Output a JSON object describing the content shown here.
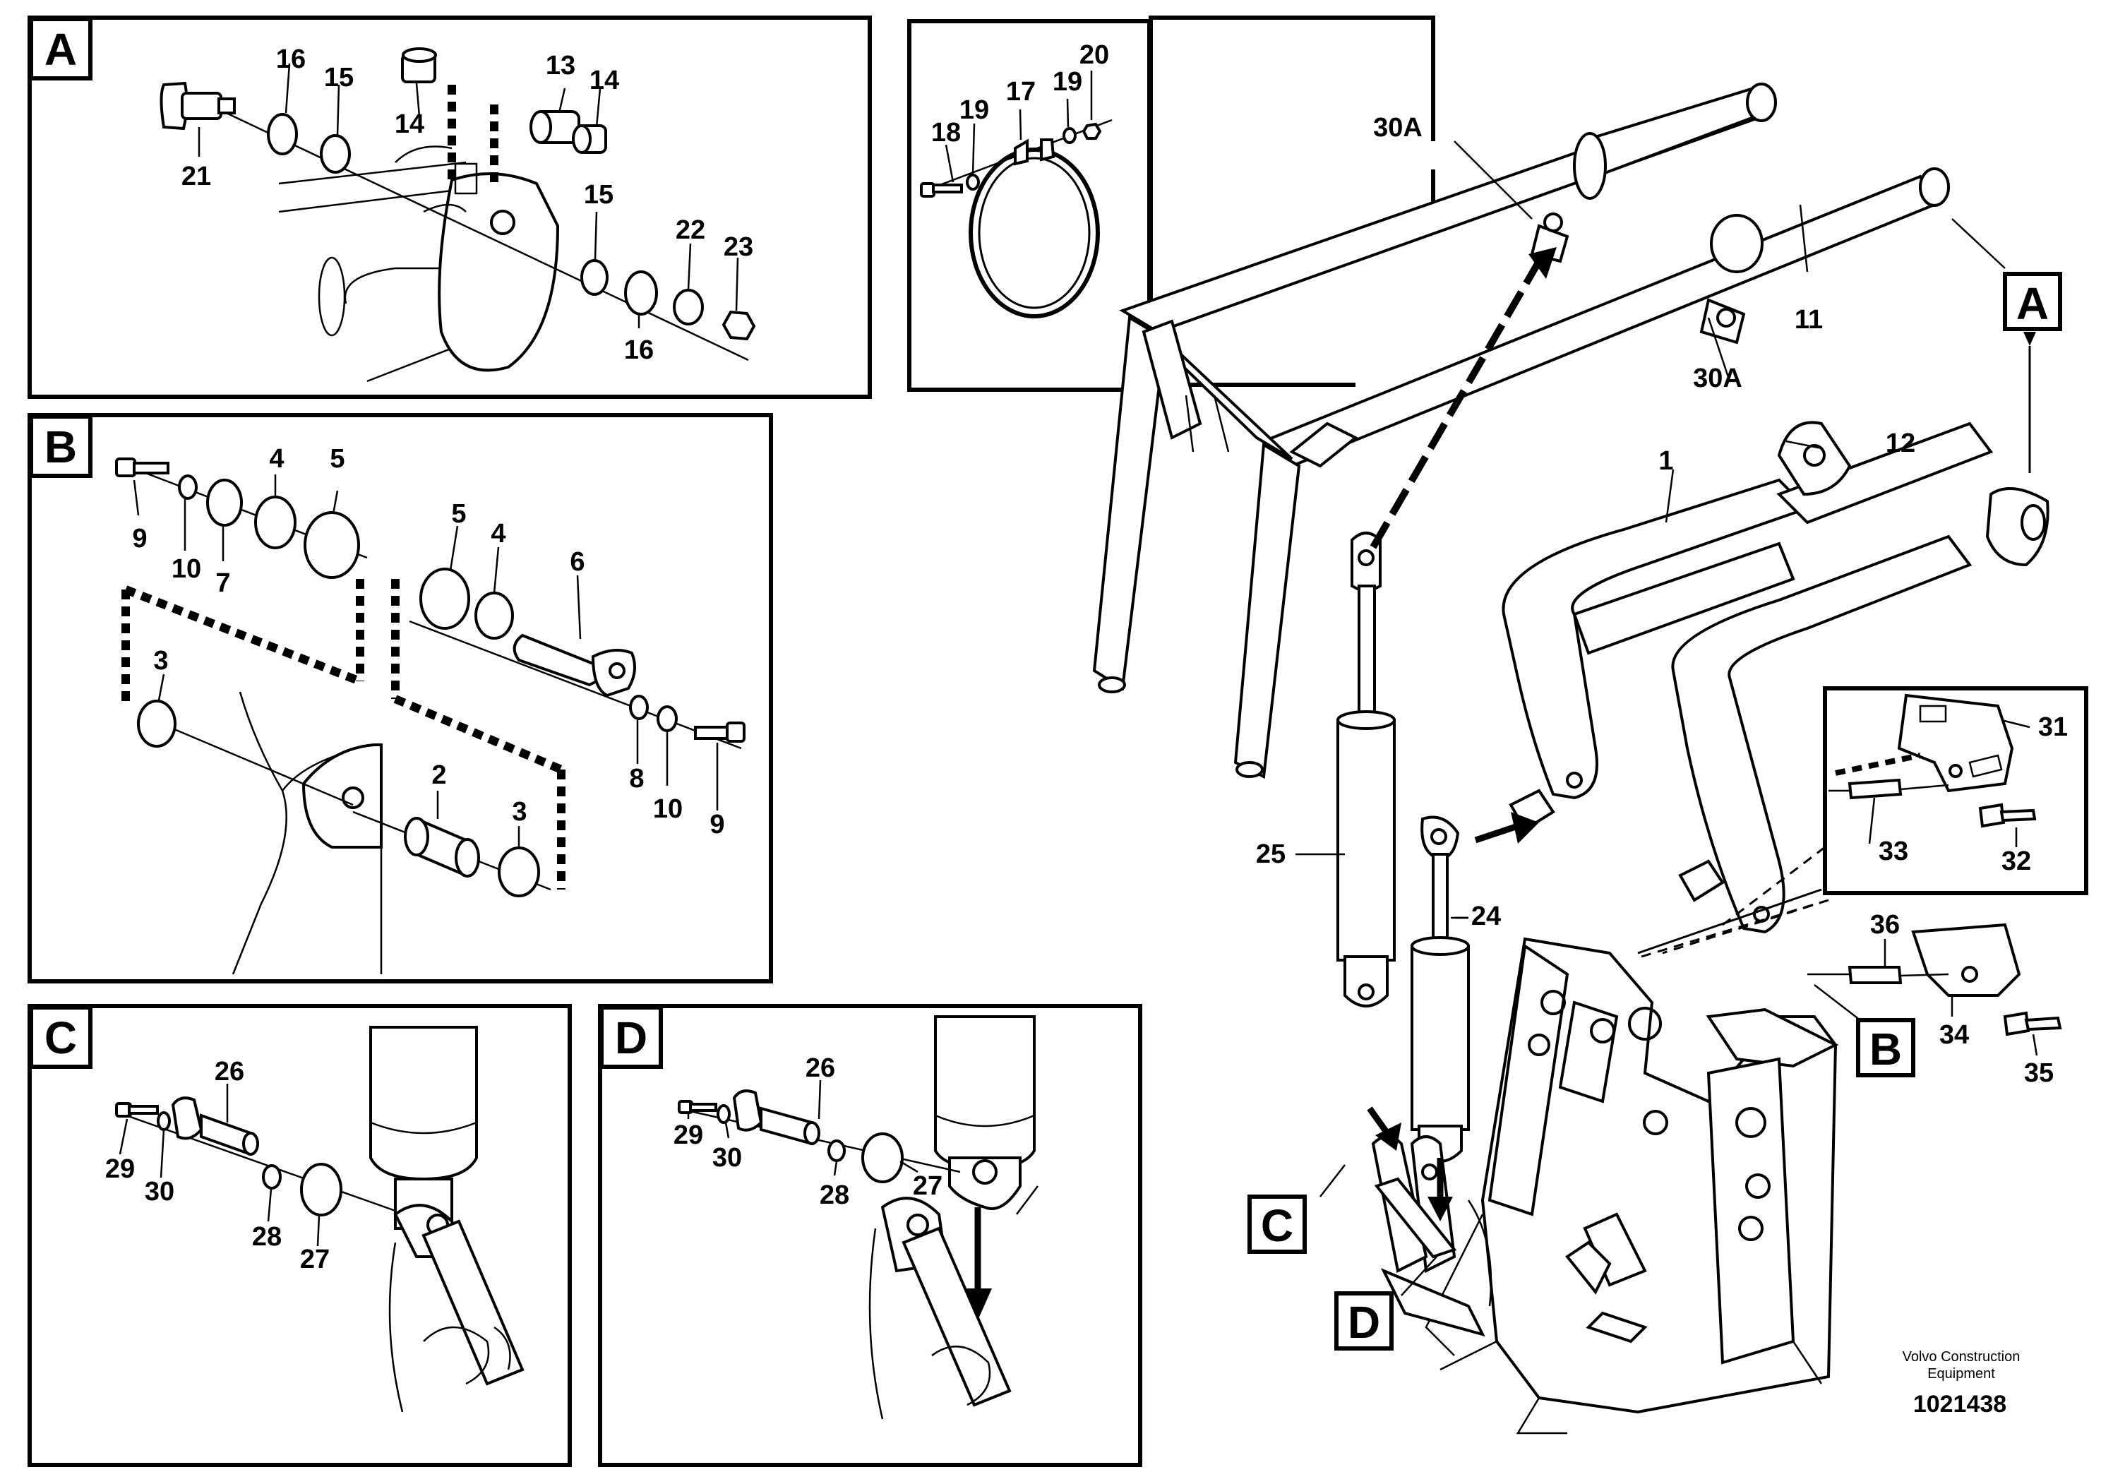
{
  "panels": {
    "A": {
      "letter": "A",
      "labels": [
        "16",
        "15",
        "14",
        "13",
        "14",
        "21",
        "15",
        "22",
        "23",
        "16"
      ]
    },
    "B": {
      "letter": "B",
      "labels": [
        "4",
        "5",
        "9",
        "10",
        "7",
        "5",
        "4",
        "6",
        "3",
        "2",
        "3",
        "8",
        "10",
        "9"
      ]
    },
    "C": {
      "letter": "C",
      "labels": [
        "26",
        "29",
        "30",
        "28",
        "27"
      ]
    },
    "D": {
      "letter": "D",
      "labels": [
        "26",
        "29",
        "30",
        "28",
        "27"
      ]
    },
    "E": {
      "labels": [
        "18",
        "19",
        "17",
        "19",
        "20"
      ]
    }
  },
  "main": {
    "labels": [
      "30A",
      "11",
      "30A",
      "1",
      "12",
      "25",
      "24",
      "31",
      "33",
      "32",
      "36",
      "34",
      "35"
    ],
    "callouts": [
      "A",
      "B",
      "C",
      "D"
    ]
  },
  "footer": {
    "brand_line1": "Volvo Construction",
    "brand_line2": "Equipment",
    "drawing_id": "1021438"
  }
}
